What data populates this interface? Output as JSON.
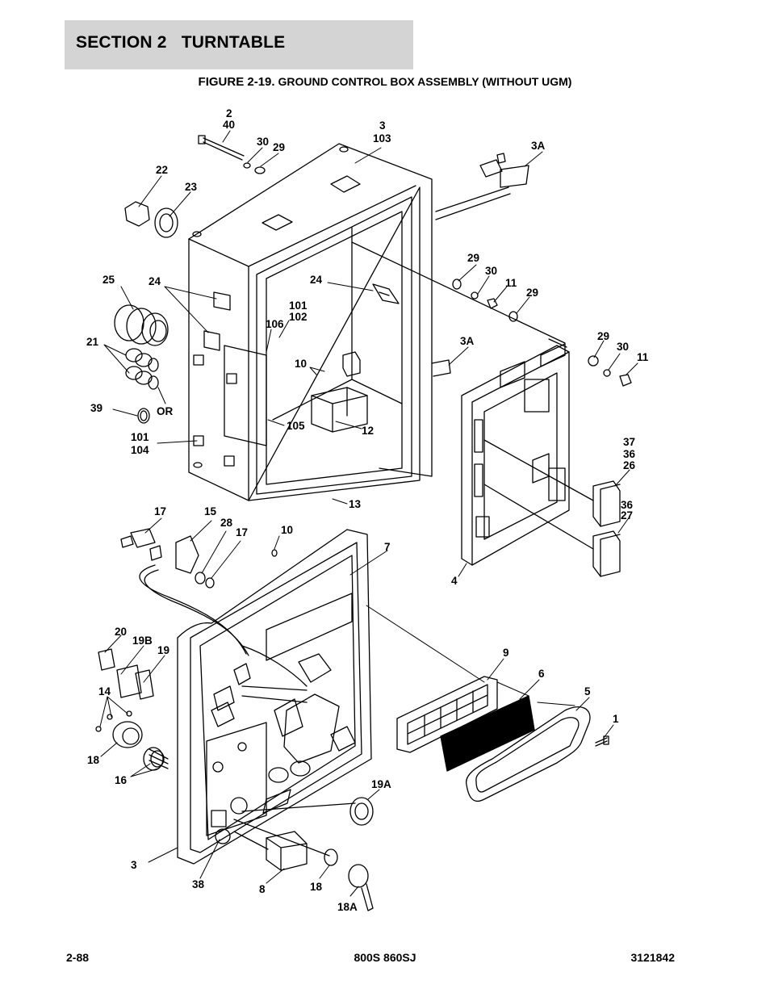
{
  "header": {
    "section": "SECTION 2",
    "title": "TURNTABLE"
  },
  "figure": {
    "label": "FIGURE 2-19.",
    "caption": "GROUND CONTROL BOX ASSEMBLY (WITHOUT UGM)"
  },
  "callouts": [
    "2",
    "40",
    "30",
    "29",
    "3",
    "103",
    "3A",
    "22",
    "23",
    "25",
    "24",
    "24",
    "101",
    "102",
    "106",
    "21",
    "10",
    "3A",
    "29",
    "30",
    "11",
    "29",
    "29",
    "30",
    "11",
    "39",
    "OR",
    "101",
    "104",
    "105",
    "12",
    "13",
    "37",
    "36",
    "26",
    "36",
    "27",
    "4",
    "17",
    "15",
    "28",
    "17",
    "10",
    "7",
    "20",
    "19B",
    "19",
    "14",
    "18",
    "16",
    "9",
    "6",
    "5",
    "1",
    "19A",
    "3",
    "38",
    "8",
    "18",
    "18A"
  ],
  "footer": {
    "page": "2-88",
    "model": "800S 860SJ",
    "doc_number": "3121842"
  }
}
